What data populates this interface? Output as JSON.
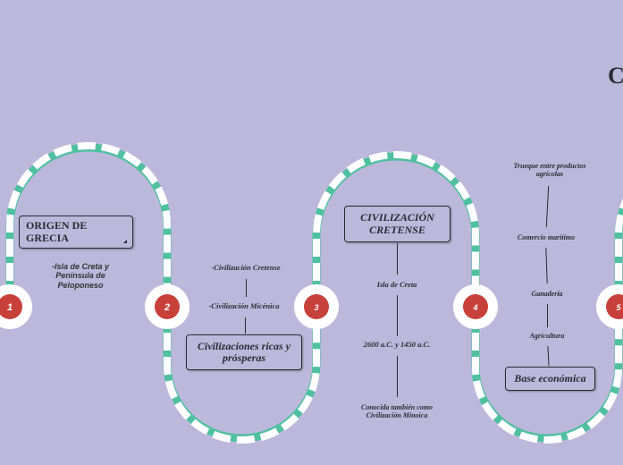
{
  "colors": {
    "background": "#bcb8dc",
    "track": "#4fc0a0",
    "dash": "#ffffff",
    "node_fill": "#c8403a",
    "node_ring": "#ffffff",
    "text": "#2b2b33"
  },
  "title_fragment": "C",
  "nodes": [
    {
      "number": "1"
    },
    {
      "number": "2"
    },
    {
      "number": "3"
    },
    {
      "number": "4"
    },
    {
      "number": "5"
    }
  ],
  "section1": {
    "heading": "ORIGEN DE GRECIA",
    "detail": "-Isla de Creta y Península de Peloponeso"
  },
  "section2": {
    "items": [
      "-Civilización Cretense",
      "-Civilización Micénica"
    ],
    "heading": "Civilizaciones ricas y prósperas"
  },
  "section3": {
    "heading": "CIVILIZACIÓN CRETENSE",
    "items": [
      "Isla de Creta",
      "2600 a.C. y 1450 a.C.",
      "Conocida también como Civilización Minoica"
    ]
  },
  "section4": {
    "items": [
      "Trueque entre productos agrícolas",
      "Comercio marítimo",
      "Ganadería",
      "Agricultura"
    ],
    "heading": "Base económica"
  }
}
